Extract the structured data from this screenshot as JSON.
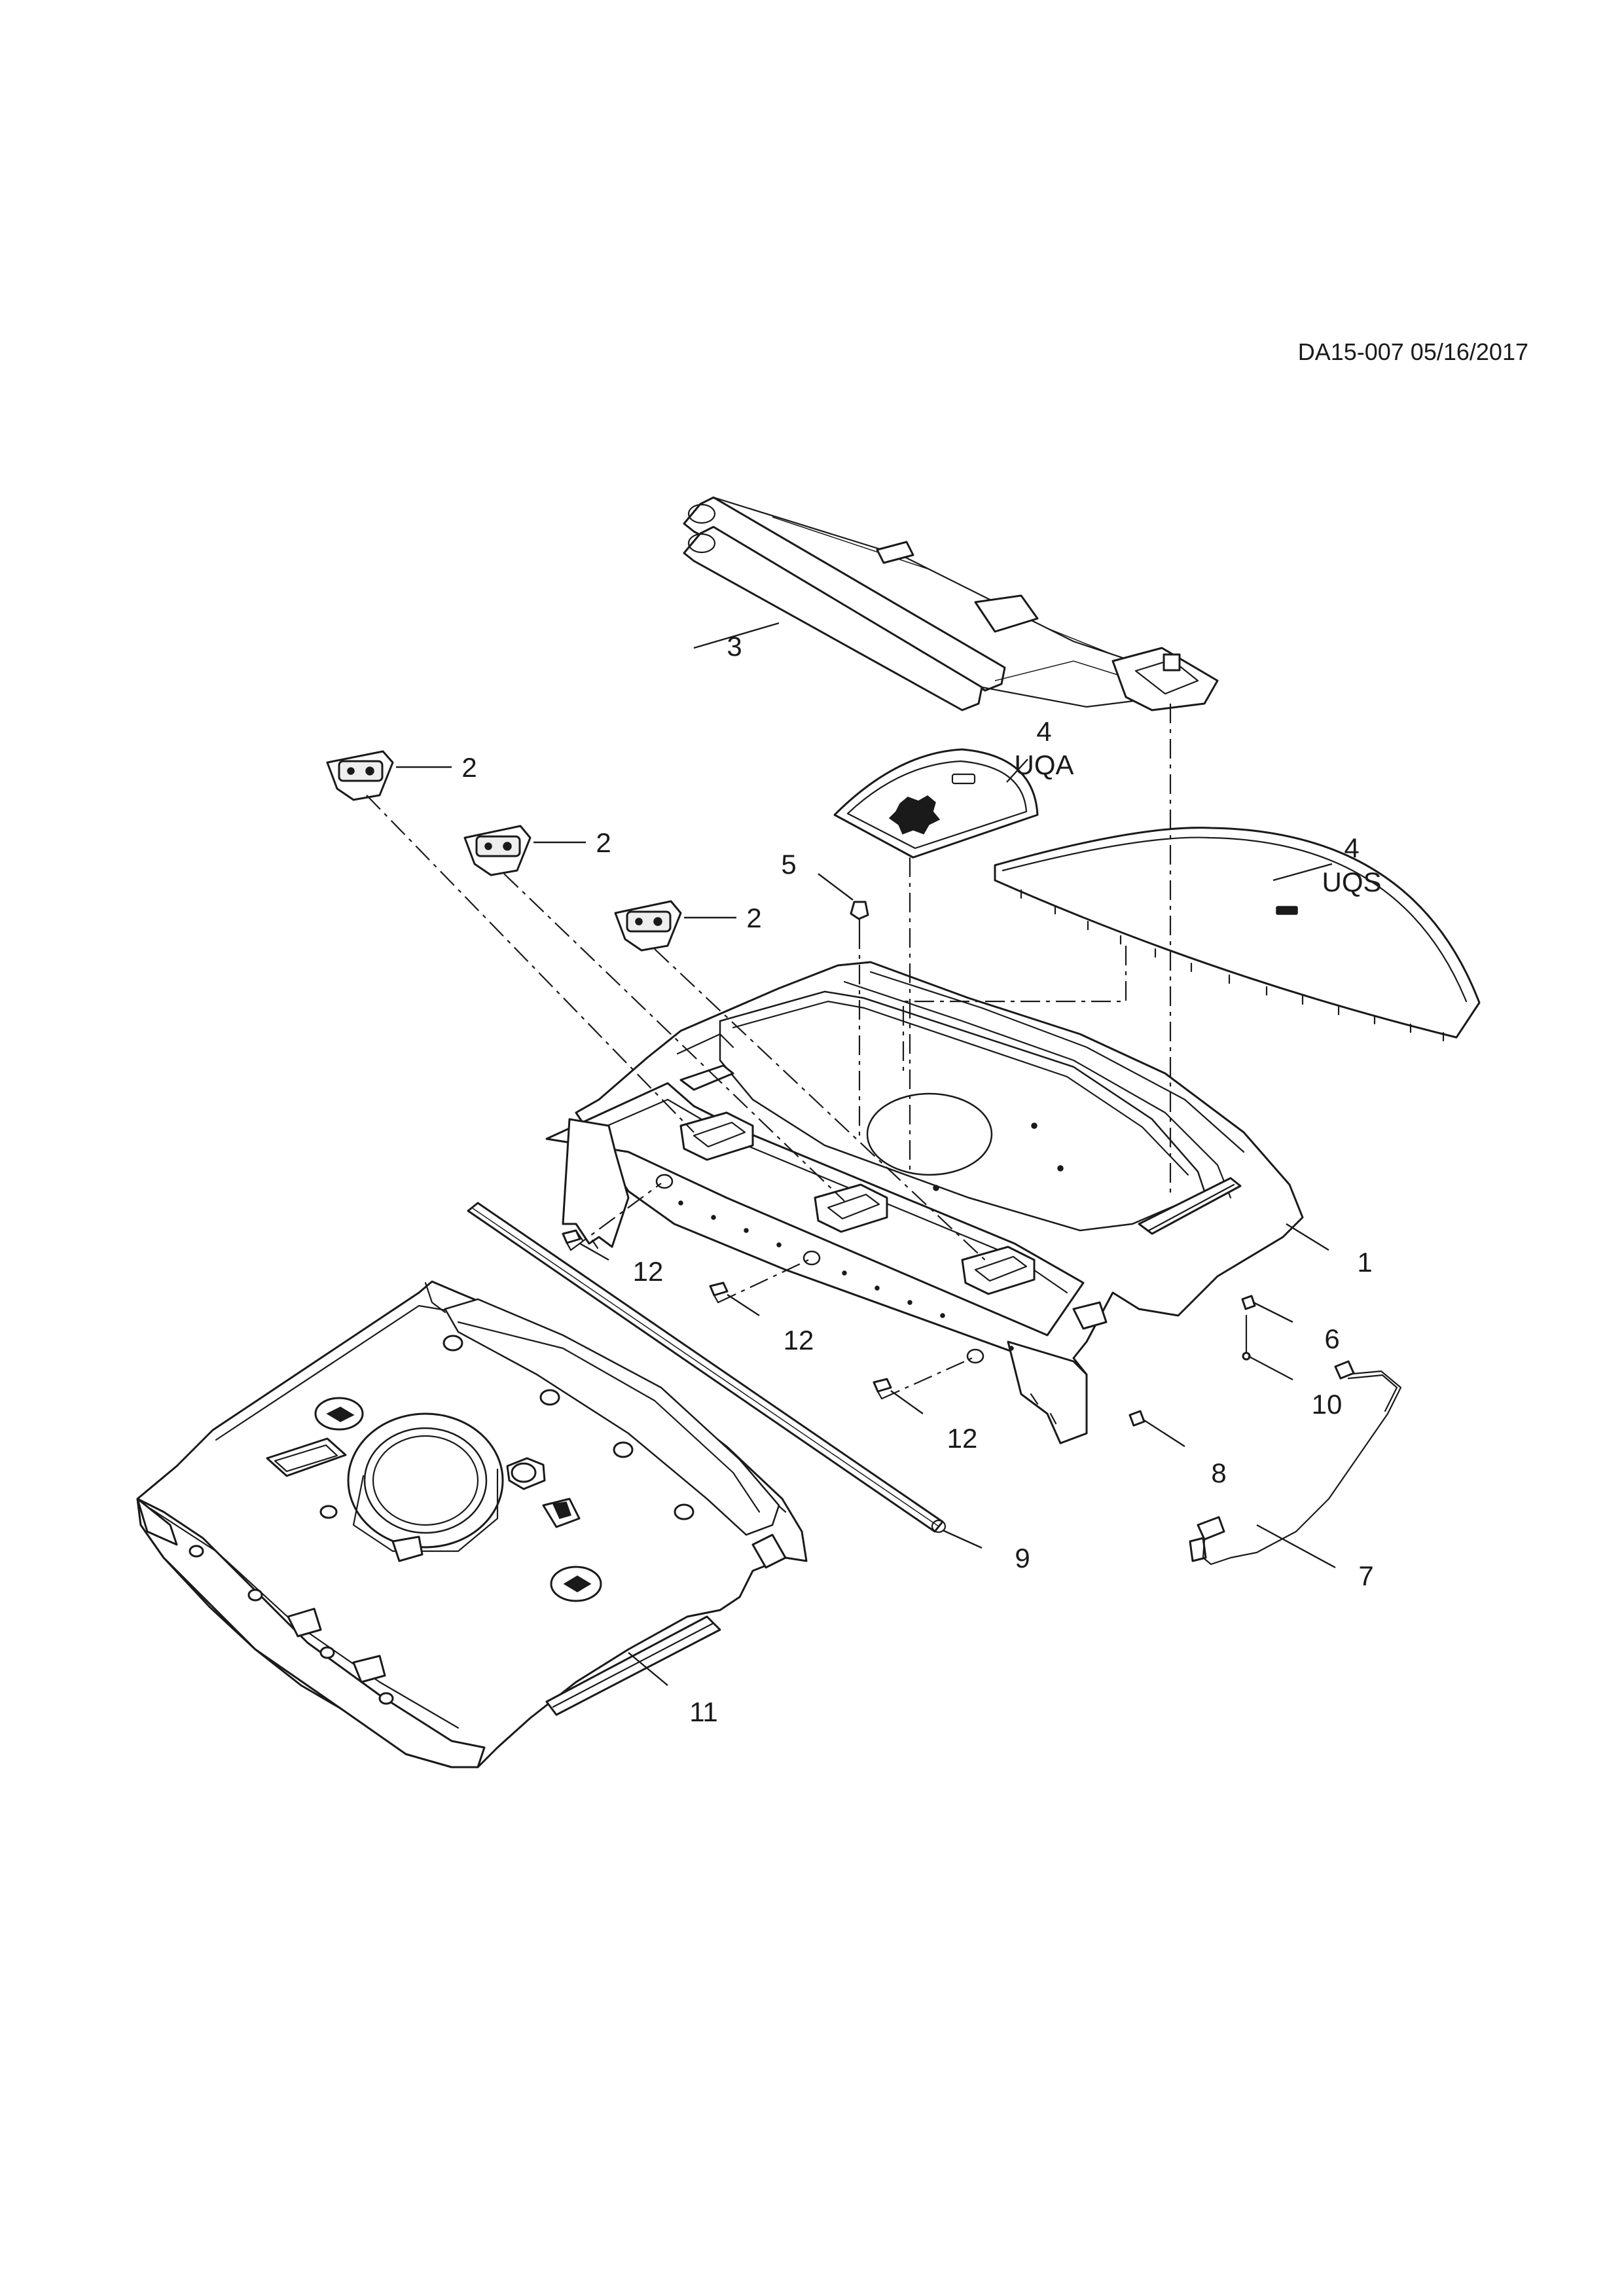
{
  "reference": "DA15-007 05/16/2017",
  "callouts": {
    "p1": "1",
    "p2a": "2",
    "p2b": "2",
    "p2c": "2",
    "p3": "3",
    "p4a_num": "4",
    "p4a_code": "UQA",
    "p4b_num": "4",
    "p4b_code": "UQS",
    "p5": "5",
    "p6": "6",
    "p7": "7",
    "p8": "8",
    "p9": "9",
    "p10": "10",
    "p11": "11",
    "p12a": "12",
    "p12b": "12",
    "p12c": "12"
  }
}
